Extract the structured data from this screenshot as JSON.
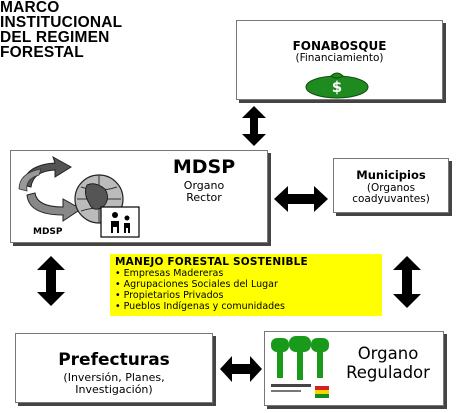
{
  "title": {
    "lines": [
      "MARCO",
      "INSTITUCIONAL",
      "DEL REGIMEN",
      "FORESTAL"
    ]
  },
  "fonabosque": {
    "name": "FONABOSQUE",
    "subtitle": "(Financiamiento)",
    "icon": "money-bag-icon",
    "symbol": "$"
  },
  "mdsp": {
    "name": "MDSP",
    "subtitle_line1": "Organo",
    "subtitle_line2": "Rector",
    "logo_label": "MDSP"
  },
  "municipios": {
    "name": "Municipios",
    "subtitle_line1": "(Organos",
    "subtitle_line2": "coadyuvantes)"
  },
  "manejo": {
    "title": "MANEJO FORESTAL SOSTENIBLE",
    "items": [
      "• Empresas Madereras",
      "• Agrupaciones Sociales del Lugar",
      "• Propietarios Privados",
      "• Pueblos Indígenas y comunidades"
    ]
  },
  "prefecturas": {
    "name": "Prefecturas",
    "subtitle_line1": "(Inversión, Planes,",
    "subtitle_line2": "Investigación)"
  },
  "regulador": {
    "name_line1": "Organo",
    "name_line2": "Regulador"
  },
  "colors": {
    "highlight": "#ffff00",
    "money_green": "#1f8a1f",
    "tree_green": "#1a9a1a",
    "arrow": "#000000"
  }
}
